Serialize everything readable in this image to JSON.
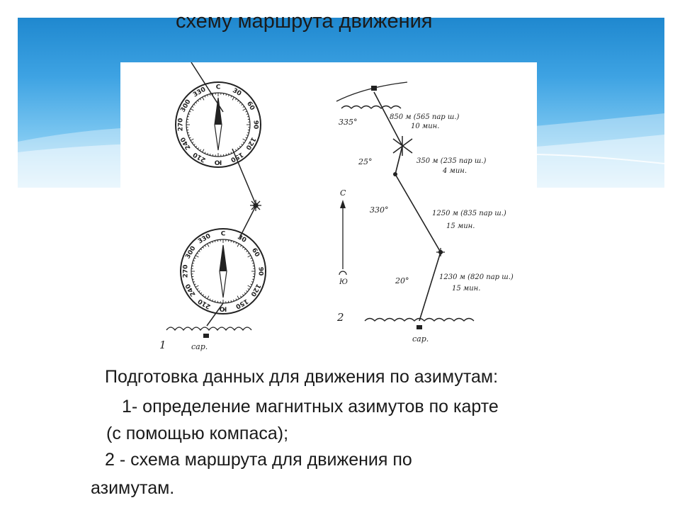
{
  "slide": {
    "title": "схему маршрута движения",
    "figure": {
      "map_labels": {
        "fig1_number": "1",
        "fig1_start": "сар.",
        "fig2_number": "2",
        "fig2_start": "сар.",
        "north_letter": "С",
        "south_letter": "Ю"
      },
      "compass_top_ticks": [
        "С",
        "30",
        "60",
        "90",
        "120",
        "150",
        "Ю",
        "210",
        "240",
        "270",
        "300",
        "330"
      ],
      "compass_bottom_ticks": [
        "С",
        "30",
        "60",
        "90",
        "120",
        "150",
        "Ю",
        "210",
        "240",
        "270",
        "300",
        "330"
      ],
      "route_legs": [
        {
          "azimuth": "335°",
          "distance": "850 м (565 пар ш.)",
          "time": "10 мин."
        },
        {
          "azimuth": "25°",
          "distance": "350 м (235 пар ш.)",
          "time": "4 мин."
        },
        {
          "azimuth": "330°",
          "distance": "1250 м (835 пар ш.)",
          "time": "15 мин."
        },
        {
          "azimuth": "20°",
          "distance": "1230 м (820 пар ш.)",
          "time": "15 мин."
        }
      ]
    },
    "body": {
      "heading": "Подготовка данных для движения по азимутам:",
      "item1_line1": "1-  определение магнитных азимутов по карте",
      "item1_line2": "(с помощью компаса);",
      "item2_line1": "2  -  схема маршрута для движения по",
      "item2_line2": "азимутам."
    }
  },
  "colors": {
    "banner_top": "#1f88cf",
    "banner_bottom": "#c6e8fa",
    "text": "#1a1a1a",
    "drawing_ink": "#222222"
  }
}
